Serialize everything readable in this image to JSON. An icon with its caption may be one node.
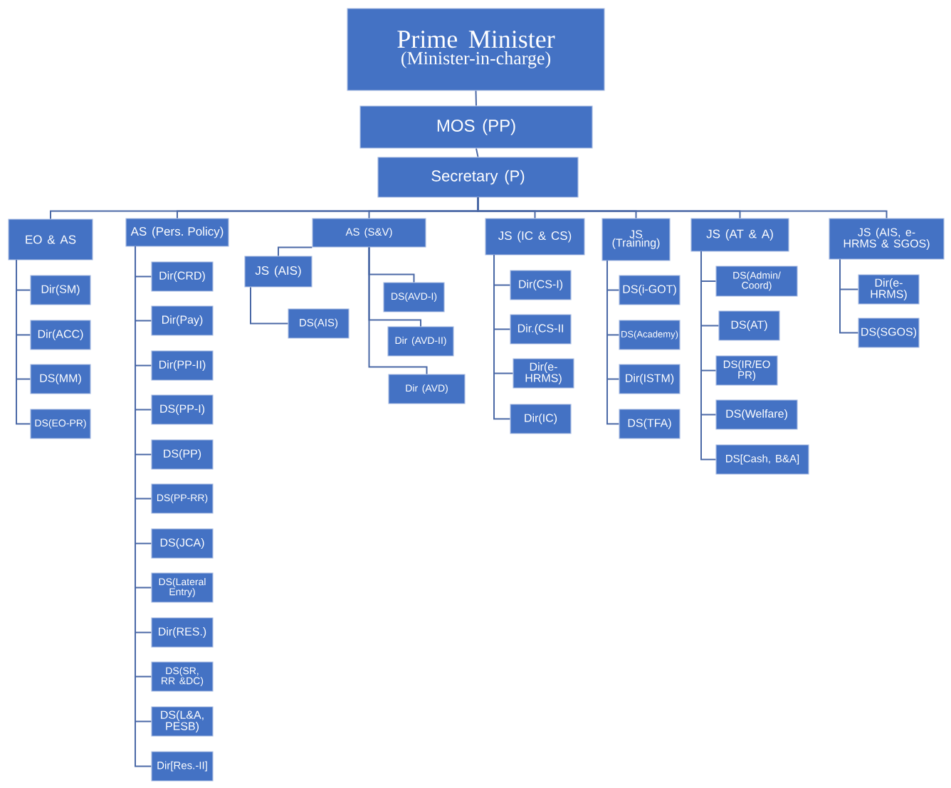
{
  "diagram": {
    "nodes": [
      {
        "text": [
          "Prime Minister",
          "(Minister-in-charge)"
        ]
      },
      {
        "text": [
          "MOS (PP)"
        ]
      },
      {
        "text": [
          "Secretary (P)"
        ]
      },
      {
        "text": [
          "EO & AS"
        ]
      },
      {
        "text": [
          "AS (Pers. Policy)"
        ]
      },
      {
        "text": [
          "AS (S&V)"
        ]
      },
      {
        "text": [
          "JS (IC & CS)"
        ]
      },
      {
        "text": [
          "JS (Training)"
        ]
      },
      {
        "text": [
          "JS (AT & A)"
        ]
      },
      {
        "text": [
          "JS (AIS, e-HRMS & SGOS)"
        ]
      },
      {
        "text": [
          "Dir(SM)"
        ]
      },
      {
        "text": [
          "Dir(ACC)"
        ]
      },
      {
        "text": [
          "DS(MM)"
        ]
      },
      {
        "text": [
          "DS(EO-PR)"
        ]
      },
      {
        "text": [
          "Dir(CRD)"
        ]
      },
      {
        "text": [
          "Dir(Pay)"
        ]
      },
      {
        "text": [
          "Dir(PP-II)"
        ]
      },
      {
        "text": [
          "DS(PP-I)"
        ]
      },
      {
        "text": [
          "DS(PP)"
        ]
      },
      {
        "text": [
          "DS(PP-RR)"
        ]
      },
      {
        "text": [
          "DS(JCA)"
        ]
      },
      {
        "text": [
          "DS(Lateral Entry)"
        ]
      },
      {
        "text": [
          "Dir(RES.)"
        ]
      },
      {
        "text": [
          "DS(SR, RR &DC)"
        ]
      },
      {
        "text": [
          "DS(L&A, PESB)"
        ]
      },
      {
        "text": [
          "Dir[Res.-II]"
        ]
      },
      {
        "text": [
          "JS (AIS)"
        ]
      },
      {
        "text": [
          "DS(AIS)"
        ]
      },
      {
        "text": [
          "DS(AVD-I)"
        ]
      },
      {
        "text": [
          "Dir (AVD-II)"
        ]
      },
      {
        "text": [
          "Dir (AVD)"
        ]
      },
      {
        "text": [
          "Dir(CS-I)"
        ]
      },
      {
        "text": [
          "Dir.(CS-II"
        ]
      },
      {
        "text": [
          "Dir(e-HRMS)"
        ]
      },
      {
        "text": [
          "Dir(IC)"
        ]
      },
      {
        "text": [
          "DS(i-GOT)"
        ]
      },
      {
        "text": [
          "DS(Academy)"
        ]
      },
      {
        "text": [
          "Dir(ISTM)"
        ]
      },
      {
        "text": [
          "DS(TFA)"
        ]
      },
      {
        "text": [
          "DS(Admin/ Coord)"
        ]
      },
      {
        "text": [
          "DS(AT)"
        ]
      },
      {
        "text": [
          "DS(IR/EO PR)"
        ]
      },
      {
        "text": [
          "DS(Welfare)"
        ]
      },
      {
        "text": [
          "DS[Cash, B&A]"
        ]
      },
      {
        "text": [
          "Dir(e-HRMS)"
        ]
      },
      {
        "text": [
          "DS(SGOS)"
        ]
      }
    ],
    "edges": [
      {
        "from": 0,
        "to": 1,
        "arrow": "none"
      },
      {
        "from": 1,
        "to": 2,
        "arrow": "none"
      },
      {
        "from": 2,
        "to": 3,
        "arrow": "none"
      },
      {
        "from": 2,
        "to": 4,
        "arrow": "none"
      },
      {
        "from": 2,
        "to": 5,
        "arrow": "none"
      },
      {
        "from": 2,
        "to": 6,
        "arrow": "none"
      },
      {
        "from": 2,
        "to": 7,
        "arrow": "none"
      },
      {
        "from": 2,
        "to": 8,
        "arrow": "none"
      },
      {
        "from": 2,
        "to": 9,
        "arrow": "none"
      },
      {
        "from": 3,
        "to": 10,
        "arrow": "none"
      },
      {
        "from": 3,
        "to": 11,
        "arrow": "none"
      },
      {
        "from": 3,
        "to": 12,
        "arrow": "none"
      },
      {
        "from": 3,
        "to": 13,
        "arrow": "none"
      },
      {
        "from": 4,
        "to": 14,
        "arrow": "none"
      },
      {
        "from": 4,
        "to": 15,
        "arrow": "none"
      },
      {
        "from": 4,
        "to": 16,
        "arrow": "none"
      },
      {
        "from": 4,
        "to": 17,
        "arrow": "none"
      },
      {
        "from": 4,
        "to": 18,
        "arrow": "none"
      },
      {
        "from": 4,
        "to": 19,
        "arrow": "none"
      },
      {
        "from": 4,
        "to": 20,
        "arrow": "none"
      },
      {
        "from": 4,
        "to": 21,
        "arrow": "none"
      },
      {
        "from": 4,
        "to": 22,
        "arrow": "none"
      },
      {
        "from": 4,
        "to": 23,
        "arrow": "none"
      },
      {
        "from": 4,
        "to": 24,
        "arrow": "none"
      },
      {
        "from": 4,
        "to": 25,
        "arrow": "none"
      },
      {
        "from": 5,
        "to": 26,
        "arrow": "none"
      },
      {
        "from": 26,
        "to": 27,
        "arrow": "none"
      },
      {
        "from": 5,
        "to": 28,
        "arrow": "none"
      },
      {
        "from": 5,
        "to": 29,
        "arrow": "none"
      },
      {
        "from": 5,
        "to": 30,
        "arrow": "none"
      },
      {
        "from": 6,
        "to": 31,
        "arrow": "none"
      },
      {
        "from": 6,
        "to": 32,
        "arrow": "none"
      },
      {
        "from": 6,
        "to": 33,
        "arrow": "none"
      },
      {
        "from": 6,
        "to": 34,
        "arrow": "none"
      },
      {
        "from": 7,
        "to": 35,
        "arrow": "none"
      },
      {
        "from": 7,
        "to": 36,
        "arrow": "none"
      },
      {
        "from": 7,
        "to": 37,
        "arrow": "none"
      },
      {
        "from": 7,
        "to": 38,
        "arrow": "none"
      },
      {
        "from": 8,
        "to": 39,
        "arrow": "none"
      },
      {
        "from": 8,
        "to": 40,
        "arrow": "none"
      },
      {
        "from": 8,
        "to": 41,
        "arrow": "none"
      },
      {
        "from": 8,
        "to": 42,
        "arrow": "none"
      },
      {
        "from": 8,
        "to": 43,
        "arrow": "none"
      },
      {
        "from": 9,
        "to": 44,
        "arrow": "none"
      },
      {
        "from": 9,
        "to": 45,
        "arrow": "none"
      }
    ]
  }
}
